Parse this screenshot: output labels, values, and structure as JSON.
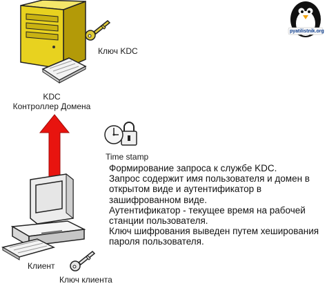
{
  "server": {
    "key_label": "Ключ KDC",
    "name_line1": "KDC",
    "name_line2": "Контроллер Домена"
  },
  "timestamp": {
    "label": "Time stamp"
  },
  "client": {
    "label": "Клиент",
    "key_label": "Ключ клиента"
  },
  "description": {
    "lines": [
      "Формирование запроса к службе KDC.",
      "Запрос содержит имя пользователя и домен в открытом виде и аутентификатор в зашифрованном виде.",
      "Аутентификатор - текущее время на рабочей станции пользователя.",
      "Ключ шифрования выведен путем хеширования пароля пользователя."
    ]
  },
  "logo": {
    "text": "pyatilistnik.org"
  },
  "colors": {
    "server_body": "#e8d21f",
    "key": "#e0cc3a",
    "arrow": "#e8140f",
    "client_body": "#ececec"
  }
}
